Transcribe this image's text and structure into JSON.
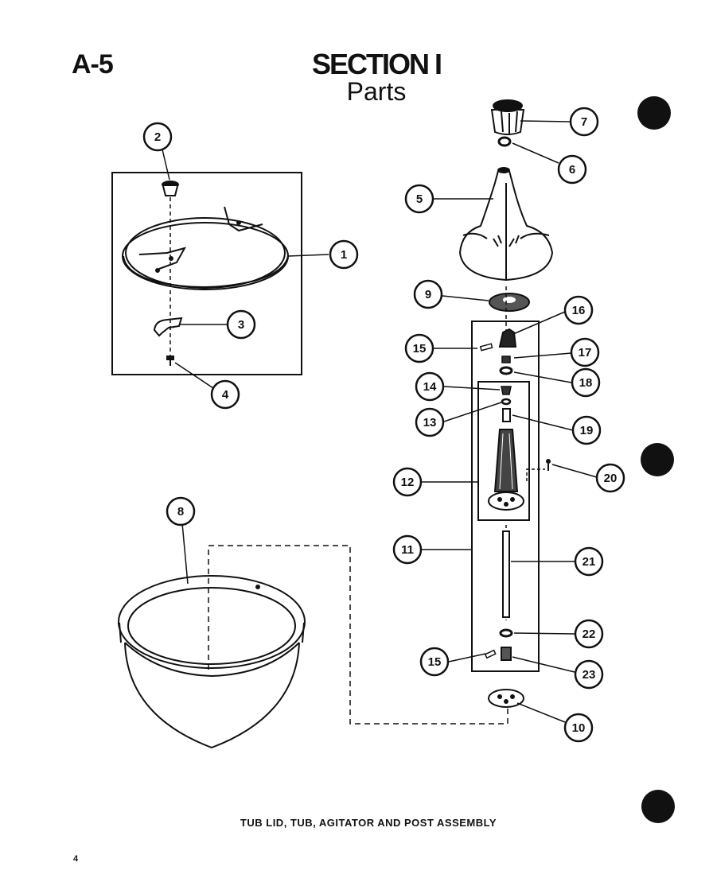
{
  "header": {
    "page_id": "A-5",
    "section_title": "SECTION I",
    "section_subtitle": "Parts"
  },
  "caption": "TUB LID, TUB, AGITATOR AND POST ASSEMBLY",
  "page_number": "4",
  "callouts": {
    "c1": "1",
    "c2": "2",
    "c3": "3",
    "c4": "4",
    "c5": "5",
    "c6": "6",
    "c7": "7",
    "c8": "8",
    "c9": "9",
    "c10": "10",
    "c11": "11",
    "c12": "12",
    "c13": "13",
    "c14": "14",
    "c15a": "15",
    "c15b": "15",
    "c16": "16",
    "c17": "17",
    "c18": "18",
    "c19": "19",
    "c20": "20",
    "c21": "21",
    "c22": "22",
    "c23": "23"
  },
  "colors": {
    "ink": "#111111",
    "paper": "#ffffff"
  }
}
